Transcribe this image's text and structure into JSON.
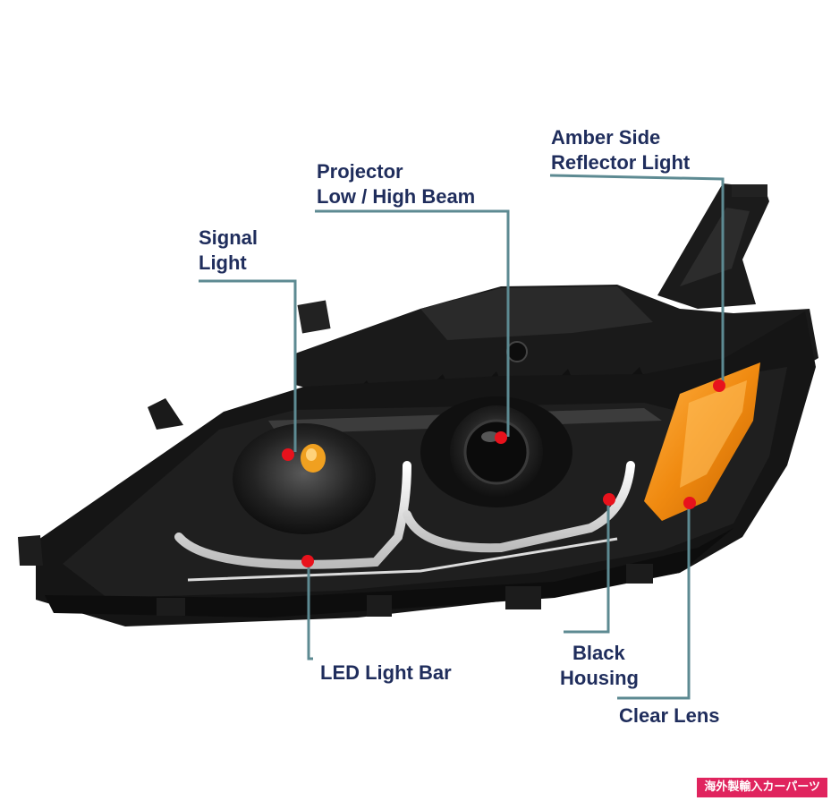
{
  "labels": {
    "amber_side_reflector": {
      "line1": "Amber Side",
      "line2": "Reflector Light"
    },
    "projector_beam": {
      "line1": "Projector",
      "line2": "Low / High Beam"
    },
    "signal_light": {
      "line1": "Signal",
      "line2": "Light"
    },
    "led_light_bar": "LED Light Bar",
    "black_housing": {
      "line1": "Black",
      "line2": "Housing"
    },
    "clear_lens": "Clear Lens"
  },
  "watermark": "海外製輸入カーパーツ",
  "colors": {
    "label_text": "#1f2d5c",
    "leader_line": "#5d8a92",
    "marker_dot": "#e8121c",
    "amber": "#f08a10",
    "housing": "#151515",
    "watermark_bg": "#e0245e"
  }
}
